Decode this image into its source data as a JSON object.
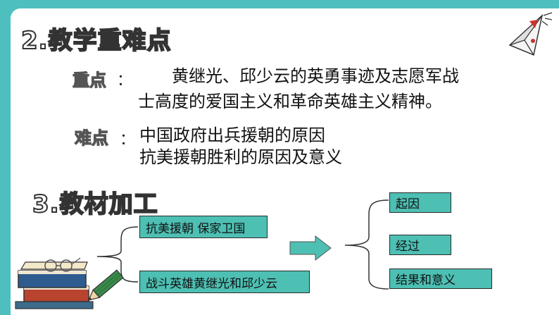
{
  "headings": {
    "key_points": "2.教学重难点",
    "textbook": "3.教材加工"
  },
  "key_points": {
    "important": {
      "label": "重点",
      "colon": "：",
      "line1": "黄继光、邱少云的英勇事迹及志愿军战",
      "line2": "士高度的爱国主义和革命英雄主义精神。"
    },
    "difficult": {
      "label": "难点",
      "colon": "：",
      "line1": "中国政府出兵援朝的原因",
      "line2": "抗美援朝胜利的原因及意义"
    }
  },
  "diagram": {
    "left_boxes": [
      "抗美援朝 保家卫国",
      "战斗英雄黄继光和邱少云"
    ],
    "right_boxes": [
      "起因",
      "经过",
      "结果和意义"
    ]
  },
  "colors": {
    "background": "#4ebfbf",
    "box_fill": "#4dbfb3",
    "arrow_fill": "#4dbfb3"
  },
  "icons": [
    "paper-plane-icon",
    "books-glasses-icon",
    "pencil-icon"
  ]
}
